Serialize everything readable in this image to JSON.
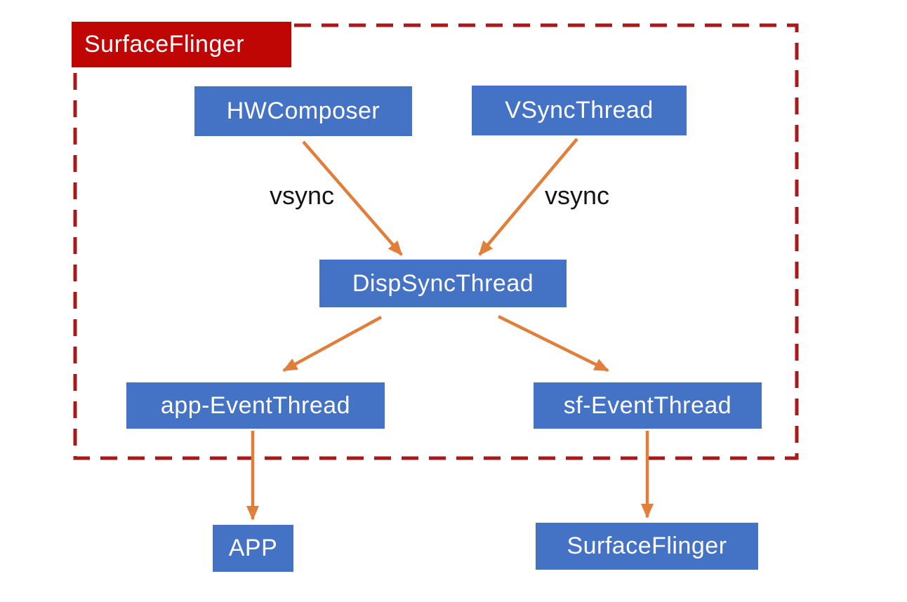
{
  "diagram": {
    "title_context": "SurfaceFlinger vsync dispatch diagram",
    "container": {
      "label": "SurfaceFlinger"
    },
    "nodes": [
      {
        "id": "hwcomposer",
        "label": "HWComposer"
      },
      {
        "id": "vsync-thread",
        "label": "VSyncThread"
      },
      {
        "id": "dispsync-thread",
        "label": "DispSyncThread"
      },
      {
        "id": "app-event-thread",
        "label": "app-EventThread"
      },
      {
        "id": "sf-event-thread",
        "label": "sf-EventThread"
      },
      {
        "id": "app",
        "label": "APP"
      },
      {
        "id": "surfaceflinger-target",
        "label": "SurfaceFlinger"
      }
    ],
    "edges": [
      {
        "from": "hwcomposer",
        "to": "dispsync-thread",
        "label": "vsync"
      },
      {
        "from": "vsync-thread",
        "to": "dispsync-thread",
        "label": "vsync"
      },
      {
        "from": "dispsync-thread",
        "to": "app-event-thread",
        "label": ""
      },
      {
        "from": "dispsync-thread",
        "to": "sf-event-thread",
        "label": ""
      },
      {
        "from": "app-event-thread",
        "to": "app",
        "label": ""
      },
      {
        "from": "sf-event-thread",
        "to": "surfaceflinger-target",
        "label": ""
      }
    ],
    "colors": {
      "node_bg": "#4472C4",
      "node_text": "#FFFFFF",
      "container_label_bg": "#C00505",
      "container_label_text": "#FFFFFF",
      "container_border": "#A81A1A",
      "arrow": "#E07E3A",
      "edge_label_text": "#141414",
      "background": "#FFFFFF"
    }
  }
}
